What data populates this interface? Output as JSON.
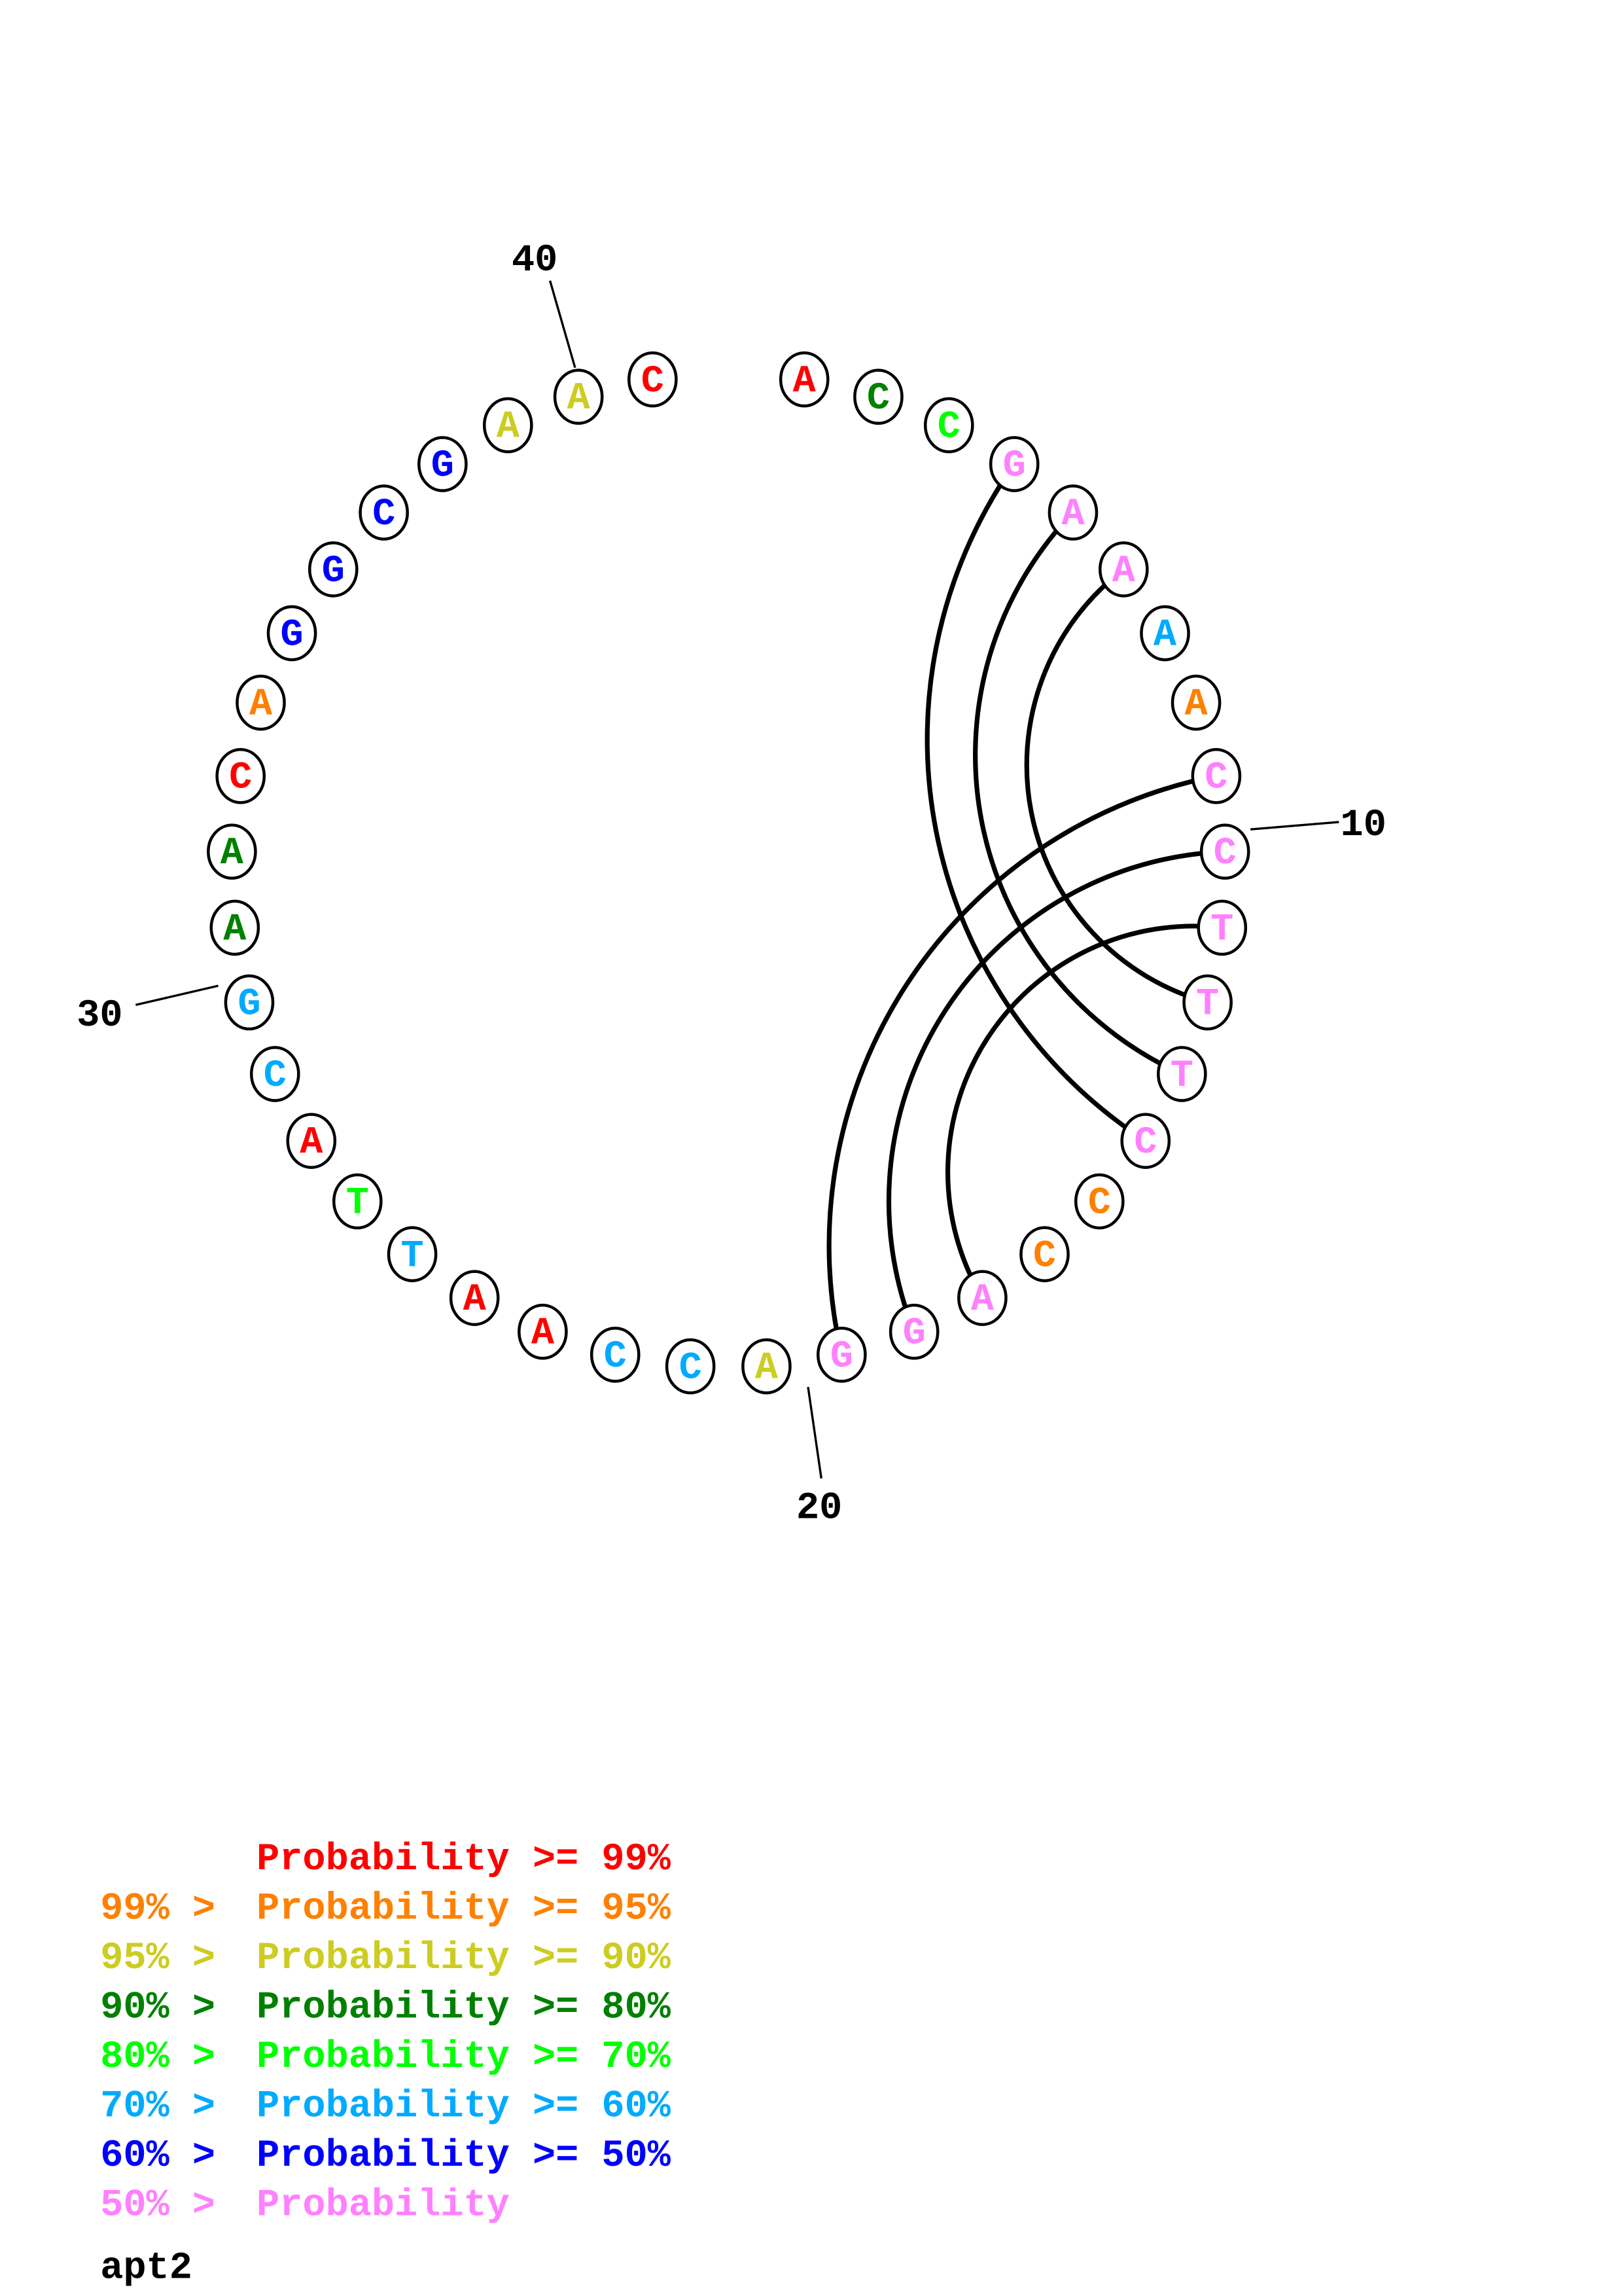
{
  "title": "apt2",
  "colors": {
    "p99": "#ff0000",
    "p95": "#ff8000",
    "p90": "#cccc22",
    "p80": "#008000",
    "p70": "#00ff00",
    "p60": "#00aaff",
    "p50": "#0000ff",
    "plow": "#ff80ff"
  },
  "sequence": [
    {
      "pos": 1,
      "base": "A",
      "cls": "p99"
    },
    {
      "pos": 2,
      "base": "C",
      "cls": "p80"
    },
    {
      "pos": 3,
      "base": "C",
      "cls": "p70"
    },
    {
      "pos": 4,
      "base": "G",
      "cls": "plow"
    },
    {
      "pos": 5,
      "base": "A",
      "cls": "plow"
    },
    {
      "pos": 6,
      "base": "A",
      "cls": "plow"
    },
    {
      "pos": 7,
      "base": "A",
      "cls": "p60"
    },
    {
      "pos": 8,
      "base": "A",
      "cls": "p95"
    },
    {
      "pos": 9,
      "base": "C",
      "cls": "plow"
    },
    {
      "pos": 10,
      "base": "C",
      "cls": "plow"
    },
    {
      "pos": 11,
      "base": "T",
      "cls": "plow"
    },
    {
      "pos": 12,
      "base": "T",
      "cls": "plow"
    },
    {
      "pos": 13,
      "base": "T",
      "cls": "plow"
    },
    {
      "pos": 14,
      "base": "C",
      "cls": "plow"
    },
    {
      "pos": 15,
      "base": "C",
      "cls": "p95"
    },
    {
      "pos": 16,
      "base": "C",
      "cls": "p95"
    },
    {
      "pos": 17,
      "base": "A",
      "cls": "plow"
    },
    {
      "pos": 18,
      "base": "G",
      "cls": "plow"
    },
    {
      "pos": 19,
      "base": "G",
      "cls": "plow"
    },
    {
      "pos": 20,
      "base": "A",
      "cls": "p90"
    },
    {
      "pos": 21,
      "base": "C",
      "cls": "p60"
    },
    {
      "pos": 22,
      "base": "C",
      "cls": "p60"
    },
    {
      "pos": 23,
      "base": "A",
      "cls": "p99"
    },
    {
      "pos": 24,
      "base": "A",
      "cls": "p99"
    },
    {
      "pos": 25,
      "base": "T",
      "cls": "p60"
    },
    {
      "pos": 26,
      "base": "T",
      "cls": "p70"
    },
    {
      "pos": 27,
      "base": "A",
      "cls": "p99"
    },
    {
      "pos": 28,
      "base": "C",
      "cls": "p60"
    },
    {
      "pos": 29,
      "base": "G",
      "cls": "p60"
    },
    {
      "pos": 30,
      "base": "A",
      "cls": "p80"
    },
    {
      "pos": 31,
      "base": "A",
      "cls": "p80"
    },
    {
      "pos": 32,
      "base": "C",
      "cls": "p99"
    },
    {
      "pos": 33,
      "base": "A",
      "cls": "p95"
    },
    {
      "pos": 34,
      "base": "G",
      "cls": "p50"
    },
    {
      "pos": 35,
      "base": "G",
      "cls": "p50"
    },
    {
      "pos": 36,
      "base": "C",
      "cls": "p50"
    },
    {
      "pos": 37,
      "base": "G",
      "cls": "p50"
    },
    {
      "pos": 38,
      "base": "A",
      "cls": "p90"
    },
    {
      "pos": 39,
      "base": "A",
      "cls": "p90"
    },
    {
      "pos": 40,
      "base": "C",
      "cls": "p99"
    }
  ],
  "pairs": [
    [
      4,
      14
    ],
    [
      5,
      13
    ],
    [
      6,
      12
    ],
    [
      9,
      19
    ],
    [
      10,
      18
    ],
    [
      11,
      17
    ]
  ],
  "position_labels": [
    "10",
    "20",
    "30",
    "40"
  ],
  "legend": [
    {
      "prefix": "    ",
      "text": "Probability >= 99%",
      "cls": "p99"
    },
    {
      "prefix": "99% > ",
      "text": "Probability >= 95%",
      "cls": "p95"
    },
    {
      "prefix": "95% > ",
      "text": "Probability >= 90%",
      "cls": "p90"
    },
    {
      "prefix": "90% > ",
      "text": "Probability >= 80%",
      "cls": "p80"
    },
    {
      "prefix": "80% > ",
      "text": "Probability >= 70%",
      "cls": "p70"
    },
    {
      "prefix": "70% > ",
      "text": "Probability >= 60%",
      "cls": "p60"
    },
    {
      "prefix": "60% > ",
      "text": "Probability >= 50%",
      "cls": "p50"
    },
    {
      "prefix": "50% > ",
      "text": "Probability",
      "cls": "plow"
    }
  ]
}
